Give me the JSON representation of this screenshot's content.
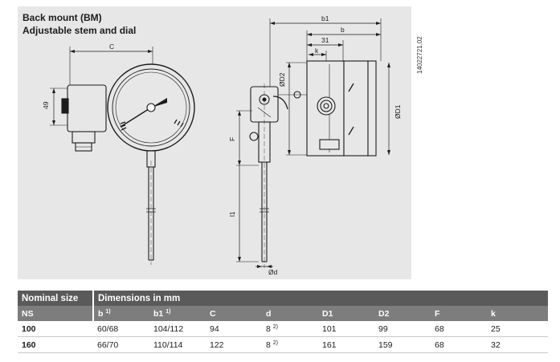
{
  "figure": {
    "title_line1": "Back mount (BM)",
    "title_line2": "Adjustable stem and dial",
    "doc_id": "14022721.02",
    "labels": {
      "C": "C",
      "h49": "49",
      "b1": "b1",
      "b": "b",
      "d31": "31",
      "k": "k",
      "D2": "ØD2",
      "D1": "ØD1",
      "F": "F",
      "l1": "l1",
      "d": "Ød"
    }
  },
  "table": {
    "group_header_1": "Nominal size",
    "group_header_2": "Dimensions in mm",
    "columns": [
      {
        "label": "NS",
        "sup": ""
      },
      {
        "label": "b",
        "sup": "1)"
      },
      {
        "label": "b1",
        "sup": "1)"
      },
      {
        "label": "C",
        "sup": ""
      },
      {
        "label": "d",
        "sup": ""
      },
      {
        "label": "D1",
        "sup": ""
      },
      {
        "label": "D2",
        "sup": ""
      },
      {
        "label": "F",
        "sup": ""
      },
      {
        "label": "k",
        "sup": ""
      }
    ],
    "rows": [
      {
        "ns": "100",
        "b": "60/68",
        "b1": "104/112",
        "C": "94",
        "d": "8",
        "d_sup": "2)",
        "D1": "101",
        "D2": "99",
        "F": "68",
        "k": "25"
      },
      {
        "ns": "160",
        "b": "66/70",
        "b1": "110/114",
        "C": "122",
        "d": "8",
        "d_sup": "2)",
        "D1": "161",
        "D2": "159",
        "F": "68",
        "k": "32"
      }
    ]
  }
}
